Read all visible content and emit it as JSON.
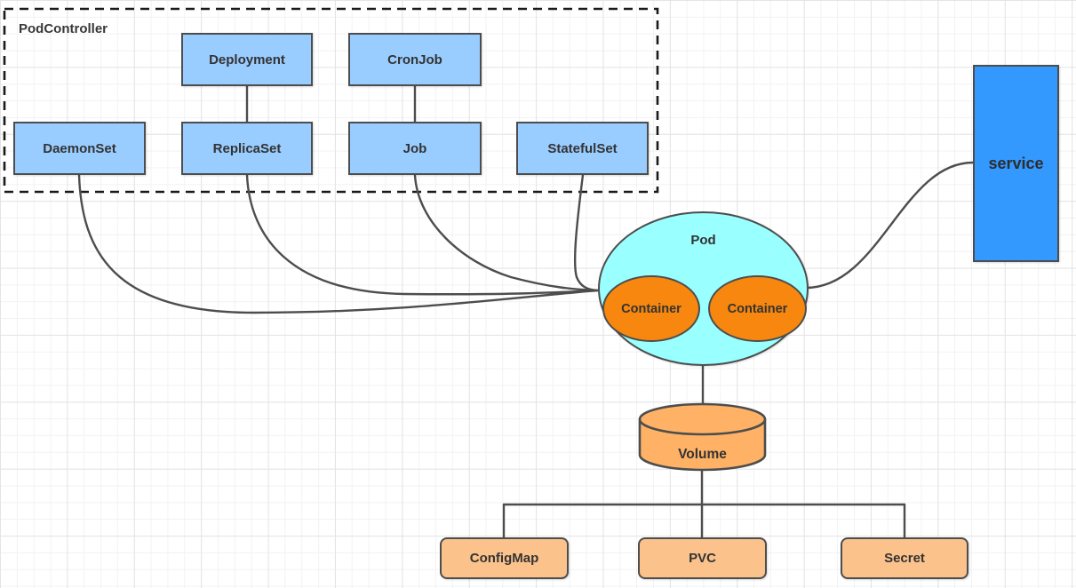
{
  "group": {
    "label": "PodController"
  },
  "nodes": {
    "deployment": "Deployment",
    "cronjob": "CronJob",
    "daemonset": "DaemonSet",
    "replicaset": "ReplicaSet",
    "job": "Job",
    "statefulset": "StatefulSet",
    "pod": "Pod",
    "container_left": "Container",
    "container_right": "Container",
    "service": "service",
    "volume": "Volume",
    "configmap": "ConfigMap",
    "pvc": "PVC",
    "secret": "Secret"
  },
  "colors": {
    "stroke": "#4D4D4D",
    "dash": "#1a1a1a",
    "text": "#333333",
    "blue-fill": "#99CCFF",
    "service-fill": "#3399FF",
    "pod-fill": "#99FFFF",
    "container-fill": "#F7870E",
    "volume-fill": "#FFB266",
    "resource-fill": "#FBC28C"
  }
}
